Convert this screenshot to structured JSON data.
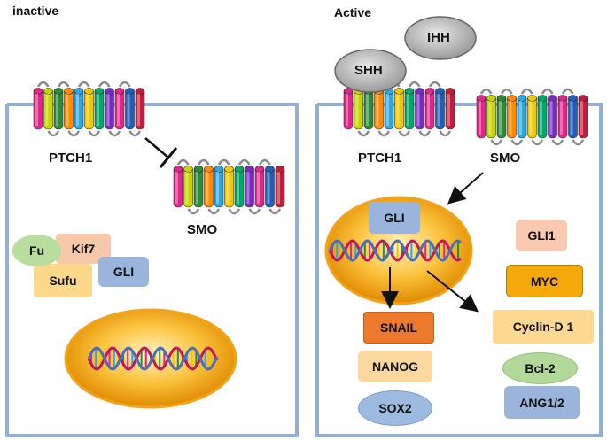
{
  "panels": {
    "inactive": {
      "title": "inactive"
    },
    "active": {
      "title": "Active"
    }
  },
  "receptors": {
    "ptch1_label": "PTCH1",
    "smo_label": "SMO"
  },
  "ligands": {
    "shh": "SHH",
    "ihh": "IHH"
  },
  "complex": {
    "fu": "Fu",
    "kif7": "Kif7",
    "sufu": "Sufu",
    "gli": "GLI"
  },
  "nucleus": {
    "gli": "GLI"
  },
  "targets": {
    "snail": "SNAIL",
    "nanog": "NANOG",
    "sox2": "SOX2",
    "gli1": "GLI1",
    "myc": "MYC",
    "cyclin_d1": "Cyclin-D 1",
    "bcl2": "Bcl-2",
    "ang12": "ANG1/2"
  },
  "colors": {
    "membrane": "#94aed8",
    "helix": [
      "#e0268a",
      "#c8d400",
      "#2e8b3a",
      "#ff8a00",
      "#2da7e0",
      "#f0c800",
      "#00a86b",
      "#7a2bbf",
      "#e0268a",
      "#1f5fb8",
      "#c21d3b"
    ],
    "nucleus_fill": "#f6a51a",
    "gli_fill": "#9ab4dc",
    "kif7_fill": "#f8c8aa",
    "fu_fill": "#b8dd9c",
    "sufu_fill": "#fcd88a",
    "snail_fill": "#ec7a2c",
    "nanog_fill": "#fcd79e",
    "sox2_fill": "#9dbbe0",
    "gli1_fill": "#f8c8b0",
    "myc_fill": "#f5a80c",
    "cyclin_fill": "#fcd890",
    "bcl2_fill": "#b2d99a",
    "ang_fill": "#9ab4dc",
    "ligand_fill": "#b4b4b4"
  }
}
